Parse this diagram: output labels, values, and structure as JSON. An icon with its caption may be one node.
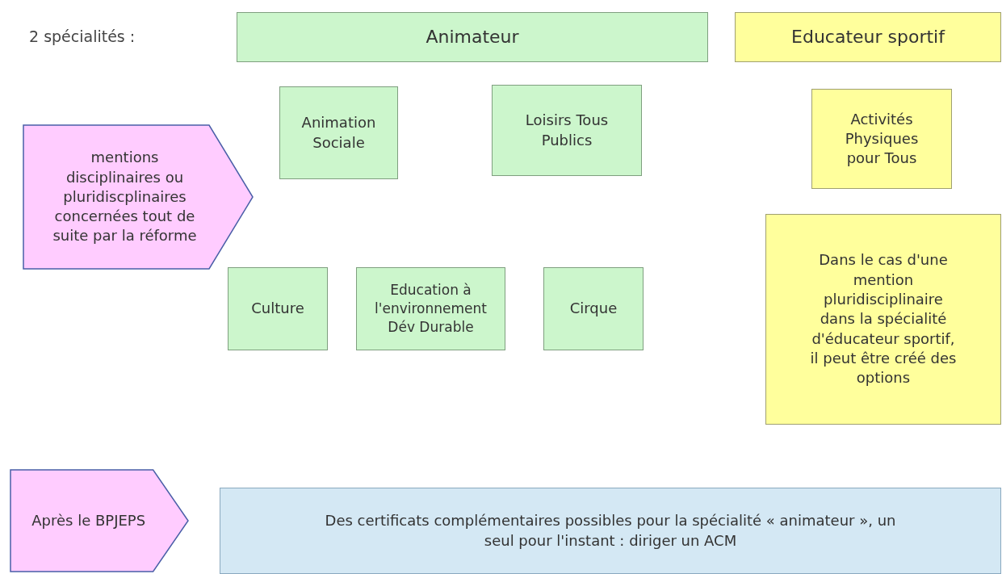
{
  "diagram": {
    "nodes": [
      {
        "text": [
          "Animateur"
        ]
      },
      {
        "text": [
          "Educateur sportif"
        ]
      },
      {
        "text": [
          "mentions disciplinaires ou pluridiscplinaires concernées tout de suite par la réforme"
        ]
      },
      {
        "text": [
          "Animation Sociale"
        ]
      },
      {
        "text": [
          "Loisirs Tous Publics"
        ]
      },
      {
        "text": [
          "Activités Physiques pour Tous"
        ]
      },
      {
        "text": [
          "Dans le cas d'une mention pluridisciplinaire dans la spécialité d'éducateur sportif, il peut être créé des options"
        ]
      },
      {
        "text": [
          "Culture"
        ]
      },
      {
        "text": [
          "Education à l'environnement Dév Durable"
        ]
      },
      {
        "text": [
          "Cirque"
        ]
      },
      {
        "text": [
          "Après le BPJEPS"
        ]
      },
      {
        "text": [
          "Des certificats complémentaires possibles pour la spécialité « animateur », un seul pour l'instant : diriger un ACM"
        ]
      }
    ],
    "labels": [
      "2 spécialités :"
    ]
  }
}
